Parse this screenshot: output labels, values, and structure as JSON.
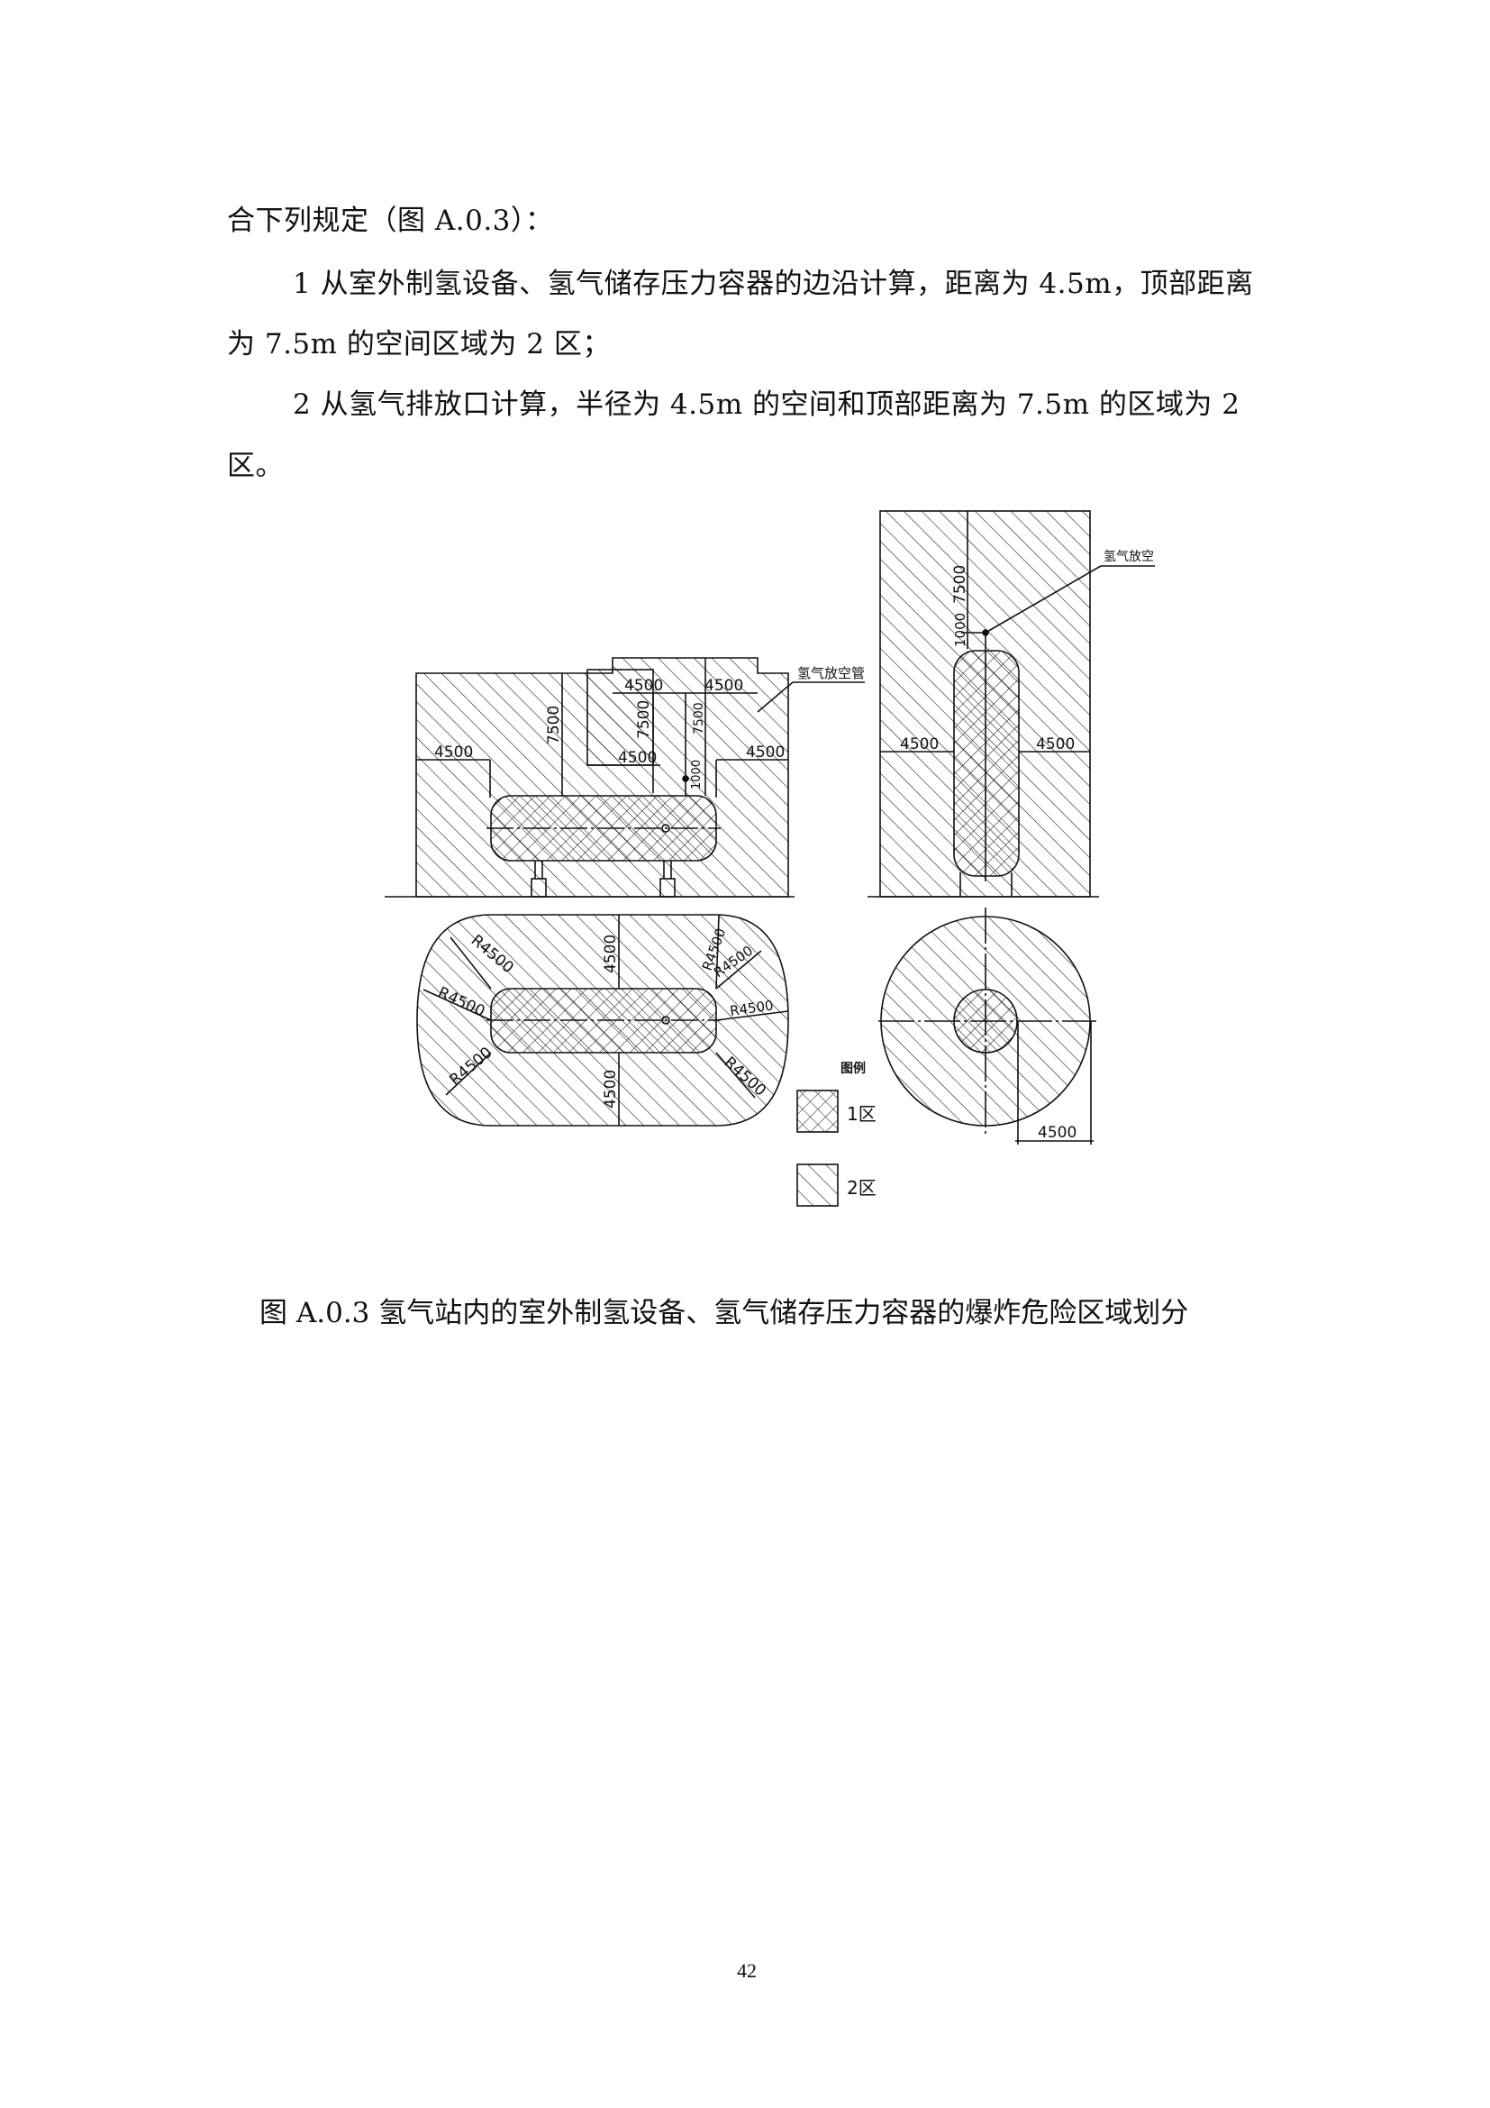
{
  "document": {
    "paragraphs": [
      {
        "id": "p0",
        "text": "合下列规定（图 A.0.3）："
      },
      {
        "id": "p1a",
        "text": "1 从室外制氢设备、氢气储存压力容器的边沿计算，距离为 4.5m，顶部距离"
      },
      {
        "id": "p1b",
        "text": "为 7.5m 的空间区域为 2 区；"
      },
      {
        "id": "p2a",
        "text": "2 从氢气排放口计算，半径为 4.5m 的空间和顶部距离为 7.5m 的区域为 2"
      },
      {
        "id": "p2b",
        "text": "区。"
      }
    ],
    "figure": {
      "caption": "图 A.0.3 氢气站内的室外制氢设备、氢气储存压力容器的爆炸危险区域划分",
      "labels": {
        "vent_pipe": "氢气放空管",
        "vent": "氢气放空",
        "legend_title": "图例",
        "zone1": "1区",
        "zone2": "2区"
      },
      "dimensions": {
        "d4500": "4500",
        "d7500": "7500",
        "d1000": "1000",
        "r4500": "R4500"
      }
    },
    "page_number": "42"
  }
}
